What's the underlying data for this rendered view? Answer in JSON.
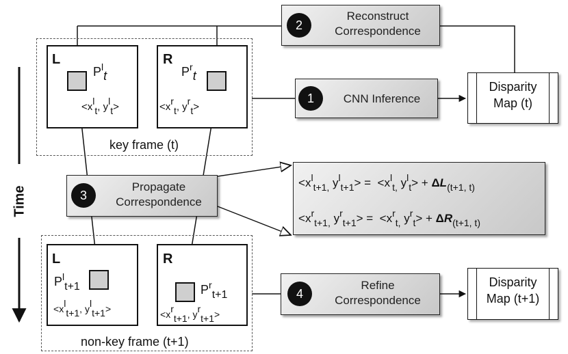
{
  "steps": {
    "reconstruct": {
      "number": "2",
      "line1": "Reconstruct",
      "line2": "Correspondence"
    },
    "cnn": {
      "number": "1",
      "label": "CNN Inference"
    },
    "propagate": {
      "number": "3",
      "line1": "Propagate",
      "line2": "Correspondence"
    },
    "refine": {
      "number": "4",
      "line1": "Refine",
      "line2": "Correspondence"
    }
  },
  "outputs": {
    "disparity_t": {
      "line1": "Disparity",
      "line2": "Map (t)"
    },
    "disparity_t1": {
      "line1": "Disparity",
      "line2": "Map (t+1)"
    }
  },
  "key_frame": {
    "caption": "key frame (t)",
    "left": {
      "tag": "L",
      "point": "P",
      "point_sup": "l",
      "point_sub": "t",
      "coord": {
        "x": "x",
        "xs": "l",
        "xsub": "t",
        "y": "y",
        "ys": "l",
        "ysub": "t"
      }
    },
    "right": {
      "tag": "R",
      "point": "P",
      "point_sup": "r",
      "point_sub": "t",
      "coord": {
        "x": "x",
        "xs": "r",
        "xsub": "t",
        "y": "y",
        "ys": "r",
        "ysub": "t"
      }
    }
  },
  "nonkey_frame": {
    "caption": "non-key frame (t+1)",
    "left": {
      "tag": "L",
      "point": "P",
      "point_sup": "l",
      "point_sub": "t+1",
      "coord": {
        "x": "x",
        "xs": "l",
        "xsub": "t+1",
        "y": "y",
        "ys": "l",
        "ysub": "t+1"
      }
    },
    "right": {
      "tag": "R",
      "point": "P",
      "point_sup": "r",
      "point_sub": "t+1",
      "coord": {
        "x": "x",
        "xs": "r",
        "xsub": "t+1",
        "y": "y",
        "ys": "r",
        "ysub": "t+1"
      }
    }
  },
  "time_label": "Time",
  "equations": {
    "left": {
      "lhs_x": "x",
      "lhs_xs": "l",
      "lhs_xsub": "t+1,",
      "lhs_y": "y",
      "lhs_ys": "l",
      "lhs_ysub": "t+1",
      "rhs_x": "x",
      "rhs_xs": "l",
      "rhs_xsub": "t,",
      "rhs_y": "y",
      "rhs_ys": "l",
      "rhs_ysub": "t",
      "delta": "Δ",
      "delta_var": "L",
      "delta_sub": "(t+1, t)"
    },
    "right": {
      "lhs_x": "x",
      "lhs_xs": "r",
      "lhs_xsub": "t+1,",
      "lhs_y": "y",
      "lhs_ys": "r",
      "lhs_ysub": "t+1",
      "rhs_x": "x",
      "rhs_xs": "r",
      "rhs_xsub": "t,",
      "rhs_y": "y",
      "rhs_ys": "r",
      "rhs_ysub": "t",
      "delta": "Δ",
      "delta_var": "R",
      "delta_sub": "(t+1, t)"
    }
  }
}
